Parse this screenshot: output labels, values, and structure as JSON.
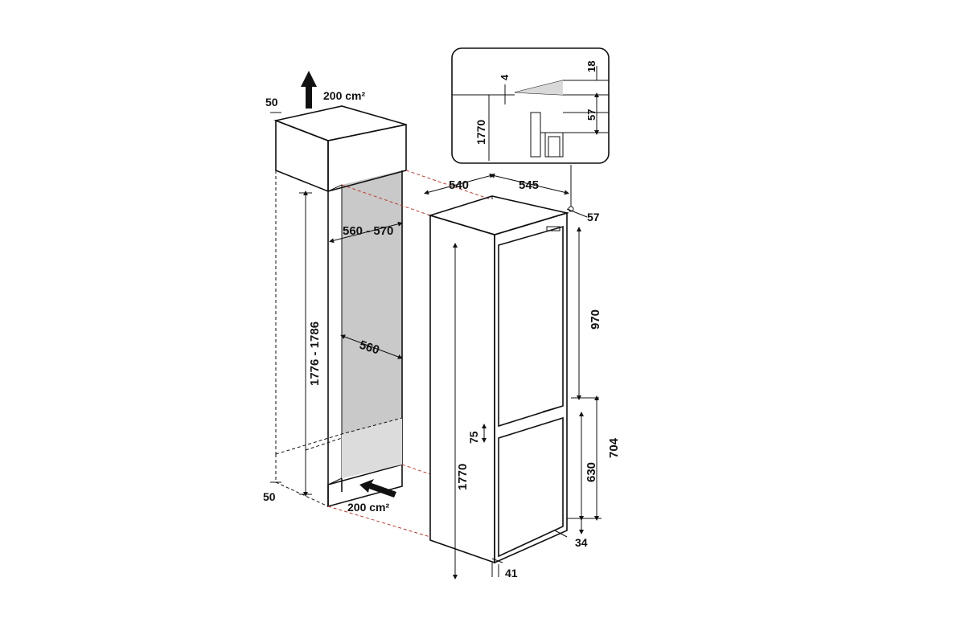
{
  "labels": {
    "vent_top": "200 cm²",
    "vent_bottom": "200 cm²",
    "gap_top": "50",
    "gap_bottom": "50",
    "niche_height": "1776 - 1786",
    "niche_width_top": "560 - 570",
    "niche_width": "560",
    "appliance_width": "540",
    "appliance_depth": "545",
    "top_gap": "57",
    "upper_door": "970",
    "door_gap": "75",
    "lower_section": "704",
    "lower_door": "630",
    "appliance_height": "1770",
    "base_offset": "34",
    "bottom_offset": "41",
    "detail_height": "1770",
    "detail_4": "4",
    "detail_18": "18",
    "detail_57": "57"
  },
  "colors": {
    "line": "#111111",
    "niche_shade": "#c9c9c9",
    "guide": "#c0392b"
  }
}
